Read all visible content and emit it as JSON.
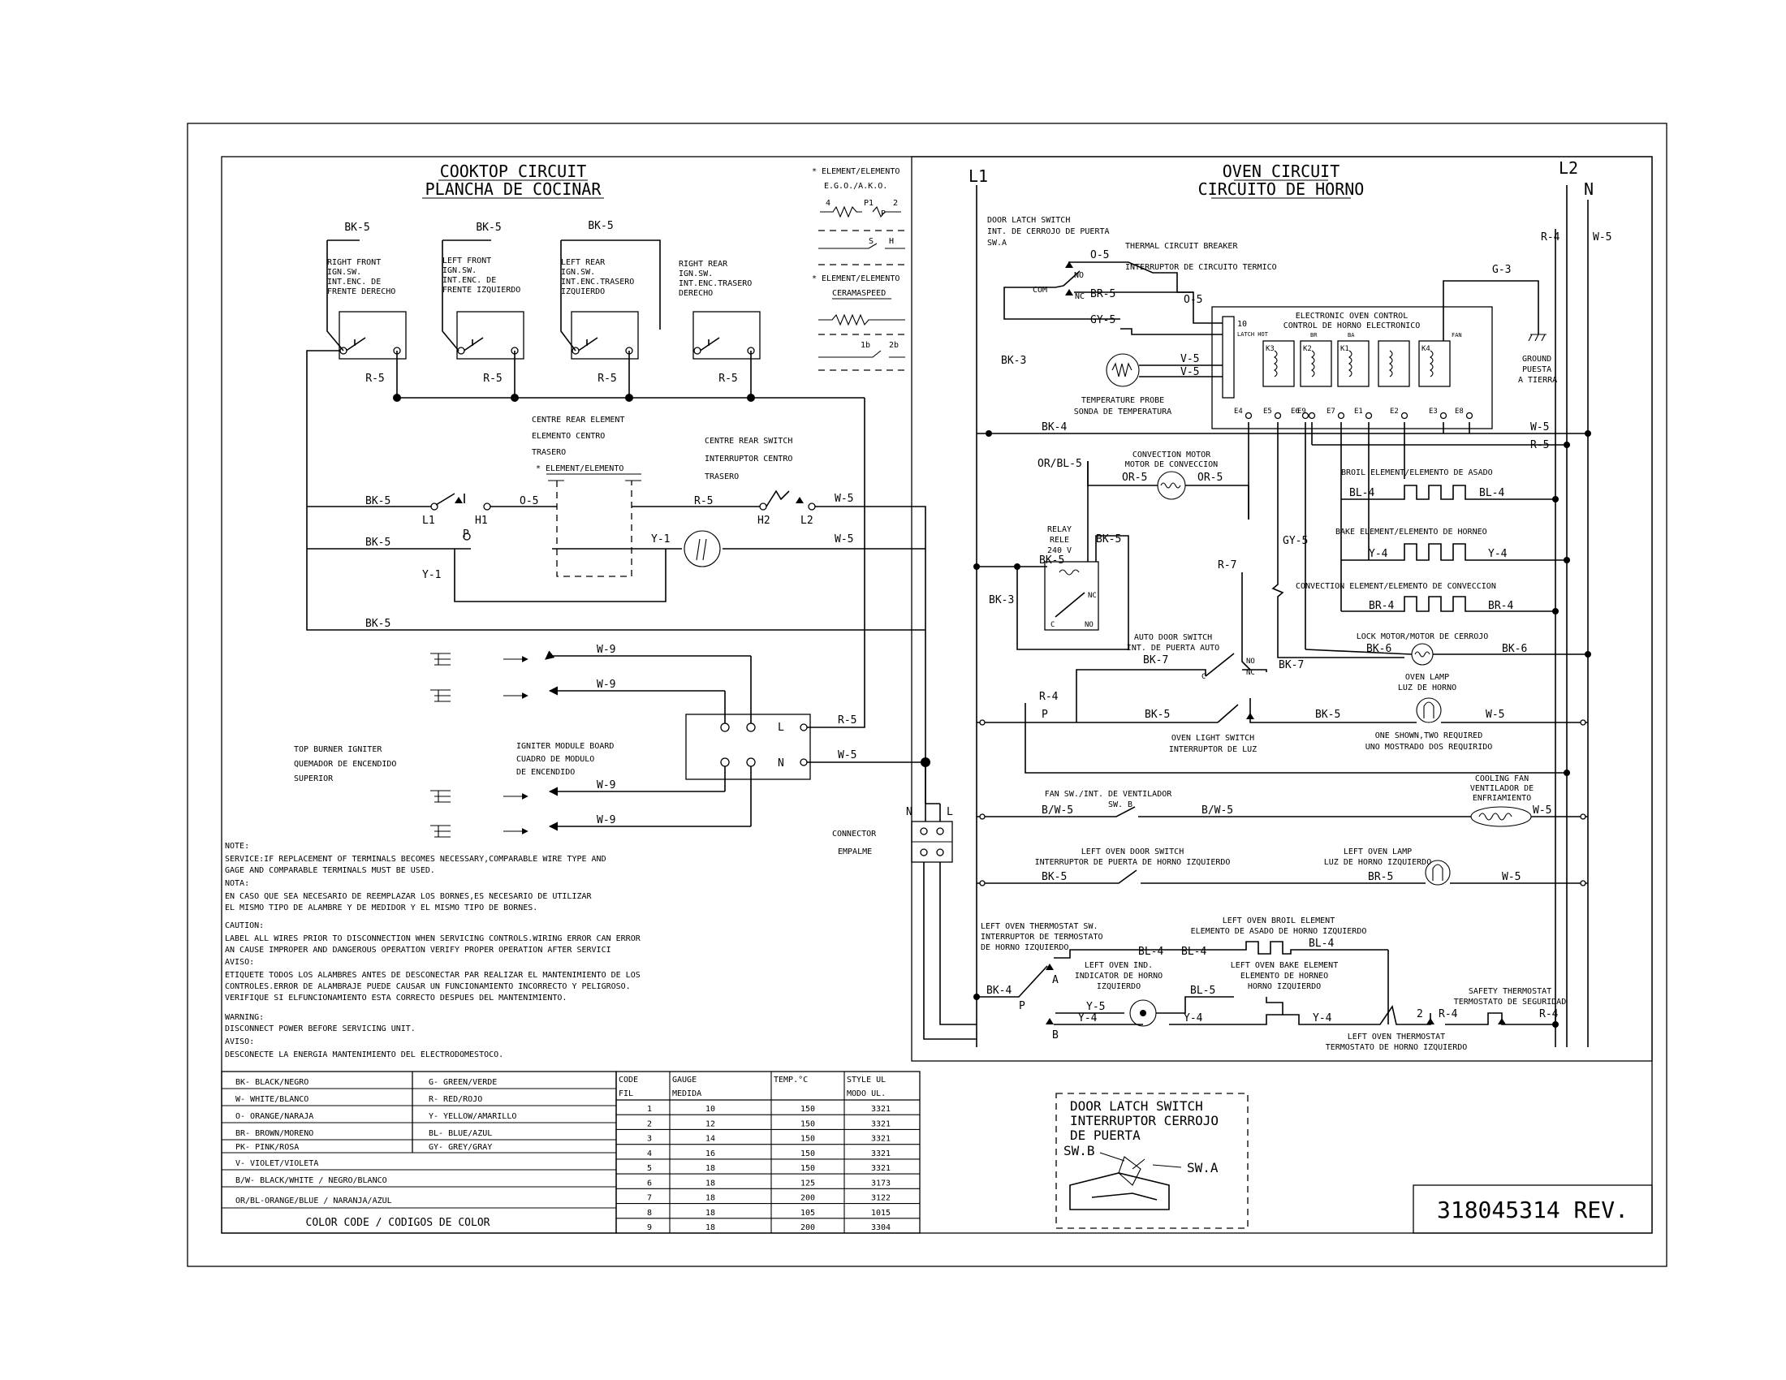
{
  "cooktop": {
    "title_en": "COOKTOP CIRCUIT",
    "title_es": "PLANCHA DE COCINAR",
    "switches": [
      {
        "wire_top": "BK-5",
        "wire_bot": "R-5",
        "label": [
          "RIGHT FRONT",
          "IGN.SW.",
          "INT.ENC. DE",
          "FRENTE DERECHO"
        ]
      },
      {
        "wire_top": "BK-5",
        "wire_bot": "R-5",
        "label": [
          "LEFT FRONT",
          "IGN.SW.",
          "INT.ENC. DE",
          "FRENTE IZQUIERDO"
        ]
      },
      {
        "wire_top": "BK-5",
        "wire_bot": "R-5",
        "label": [
          "LEFT REAR",
          "IGN.SW.",
          "INT.ENC.TRASERO",
          "IZQUIERDO"
        ]
      },
      {
        "wire_top": "",
        "wire_bot": "R-5",
        "label": [
          "RIGHT REAR",
          "IGN.SW.",
          "INT.ENC.TRASERO",
          "DERECHO"
        ]
      }
    ],
    "element_legend": {
      "ego_title": [
        "* ELEMENT/ELEMENTO",
        "E.G.O./A.K.O."
      ],
      "ego_terms": [
        "4",
        "P1",
        "2",
        "P",
        "S",
        "H"
      ],
      "cs_title": [
        "* ELEMENT/ELEMENTO",
        "CERAMASPEED"
      ],
      "cs_terms": [
        "1b",
        "2b"
      ]
    },
    "centre_rear_element": [
      "CENTRE REAR ELEMENT",
      "ELEMENTO CENTRO",
      "TRASERO",
      "* ELEMENT/ELEMENTO"
    ],
    "centre_rear_switch": [
      "CENTRE REAR SWITCH",
      "INTERRUPTOR CENTRO",
      "TRASERO"
    ],
    "wires": {
      "bk5": "BK-5",
      "o5": "O-5",
      "r5": "R-5",
      "w5": "W-5",
      "y1": "Y-1",
      "w9": "W-9"
    },
    "terminals": {
      "l1": "L1",
      "h1": "H1",
      "p": "P",
      "h2": "H2",
      "l2": "L2"
    },
    "top_burner": [
      "TOP BURNER IGNITER",
      "QUEMADOR DE ENCENDIDO",
      "SUPERIOR"
    ],
    "igniter_module": [
      "IGNITER MODULE BOARD",
      "CUADRO DE MODULO",
      "DE ENCENDIDO"
    ],
    "module_terms": {
      "l": "L",
      "n": "N"
    },
    "connector": {
      "n": "N",
      "l": "L",
      "label": [
        "CONNECTOR",
        "EMPALME"
      ]
    }
  },
  "notes": {
    "note_h": "NOTE:",
    "note": [
      "SERVICE:IF REPLACEMENT OF TERMINALS BECOMES NECESSARY,COMPARABLE WIRE TYPE AND",
      "GAGE AND COMPARABLE TERMINALS MUST BE USED."
    ],
    "nota_h": "NOTA:",
    "nota": [
      "EN CASO QUE SEA NECESARIO DE REEMPLAZAR LOS BORNES,ES NECESARIO DE UTILIZAR",
      "EL MISMO TIPO DE ALAMBRE Y DE MEDIDOR Y EL MISMO TIPO DE BORNES."
    ],
    "caution_h": "CAUTION:",
    "caution": [
      "LABEL ALL WIRES PRIOR TO DISCONNECTION WHEN SERVICING CONTROLS.WIRING ERROR CAN ERROR",
      "AN CAUSE IMPROPER AND DANGEROUS OPERATION VERIFY PROPER OPERATION AFTER SERVICI"
    ],
    "aviso1_h": "AVISO:",
    "aviso1": [
      "ETIQUETE TODOS LOS ALAMBRES ANTES DE DESCONECTAR PAR REALIZAR EL MANTENIMIENTO DE LOS",
      "CONTROLES.ERROR DE ALAMBRAJE PUEDE CAUSAR UN FUNCIONAMIENTO INCORRECTO Y PELIGROSO.",
      "VERIFIQUE SI ELFUNCIONAMIENTO ESTA CORRECTO DESPUES DEL MANTENIMIENTO."
    ],
    "warning_h": "WARNING:",
    "warning": [
      "DISCONNECT POWER BEFORE SERVICING UNIT."
    ],
    "aviso2_h": "AVISO:",
    "aviso2": [
      "DESCONECTE LA ENERGIA MANTENIMIENTO DEL ELECTRODOMESTOCO."
    ]
  },
  "color_code": {
    "rows": [
      [
        "BK- BLACK/NEGRO",
        "G- GREEN/VERDE"
      ],
      [
        "W- WHITE/BLANCO",
        "R- RED/ROJO"
      ],
      [
        "O- ORANGE/NARAJA",
        "Y- YELLOW/AMARILLO"
      ],
      [
        "BR- BROWN/MORENO",
        "BL- BLUE/AZUL"
      ],
      [
        "PK- PINK/ROSA",
        "GY- GREY/GRAY"
      ],
      [
        "V- VIOLET/VIOLETA",
        ""
      ]
    ],
    "full_rows": [
      "B/W- BLACK/WHITE / NEGRO/BLANCO",
      "OR/BL-ORANGE/BLUE / NARANJA/AZUL"
    ],
    "footer": "COLOR CODE / CODIGOS DE COLOR"
  },
  "gauge_table": {
    "headers": [
      [
        "CODE",
        "FIL"
      ],
      [
        "GAUGE",
        "MEDIDA"
      ],
      [
        "TEMP.°C",
        ""
      ],
      [
        "STYLE UL",
        "MODO UL."
      ]
    ],
    "rows": [
      [
        "1",
        "10",
        "150",
        "3321"
      ],
      [
        "2",
        "12",
        "150",
        "3321"
      ],
      [
        "3",
        "14",
        "150",
        "3321"
      ],
      [
        "4",
        "16",
        "150",
        "3321"
      ],
      [
        "5",
        "18",
        "150",
        "3321"
      ],
      [
        "6",
        "18",
        "125",
        "3173"
      ],
      [
        "7",
        "18",
        "200",
        "3122"
      ],
      [
        "8",
        "18",
        "105",
        "1015"
      ],
      [
        "9",
        "18",
        "200",
        "3304"
      ]
    ]
  },
  "oven": {
    "title_en": "OVEN CIRCUIT",
    "title_es": "CIRCUITO DE HORNO",
    "l1": "L1",
    "l2": "L2",
    "n": "N",
    "door_latch": [
      "DOOR LATCH SWITCH",
      "INT. DE CERROJO DE PUERTA",
      "SW.A"
    ],
    "thermal_breaker": [
      "THERMAL CIRCUIT BREAKER",
      "INTERRUPTOR DE CIRCUITO TERMICO"
    ],
    "eoc": [
      "ELECTRONIC OVEN CONTROL",
      "CONTROL DE HORNO ELECTRONICO"
    ],
    "eoc_small": {
      "pin10": "10",
      "latch": "LATCH HOT",
      "br": "BR",
      "ba": "BA",
      "fan": "FAN"
    },
    "relays": [
      "K3",
      "K2",
      "K1",
      "",
      "K4"
    ],
    "eoc_pins": [
      "E4",
      "E5",
      "E6",
      "E9",
      "E7",
      "E1",
      "E2",
      "E3",
      "E8"
    ],
    "sw_terms": {
      "com": "COM",
      "no": "NO",
      "nc": "NC",
      "c": "C"
    },
    "ground": [
      "GROUND",
      "PUESTA",
      "A TIERRA"
    ],
    "temp_probe": [
      "TEMPERATURE PROBE",
      "SONDA DE TEMPERATURA"
    ],
    "convection_motor": [
      "CONVECTION MOTOR",
      "MOTOR DE CONVECCION"
    ],
    "relay": [
      "RELAY",
      "RELE",
      "240 V"
    ],
    "broil": "BROIL ELEMENT/ELEMENTO DE ASADO",
    "bake": "BAKE ELEMENT/ELEMENTO DE HORNEO",
    "convection_el": "CONVECTION ELEMENT/ELEMENTO DE CONVECCION",
    "auto_door": [
      "AUTO DOOR SWITCH",
      "INT. DE PUERTA AUTO"
    ],
    "lock_motor": "LOCK MOTOR/MOTOR DE CERROJO",
    "oven_lamp": [
      "OVEN LAMP",
      "LUZ DE HORNO"
    ],
    "light_switch": [
      "OVEN LIGHT SWITCH",
      "INTERRUPTOR DE LUZ"
    ],
    "one_shown": [
      "ONE SHOWN,TWO REQUIRED",
      "UNO MOSTRADO DOS REQUIRIDO"
    ],
    "fan_sw": "FAN SW./INT. DE VENTILADOR",
    "sw_b": "SW. B",
    "cooling_fan": [
      "COOLING FAN",
      "VENTILADOR DE",
      "ENFRIAMIENTO"
    ],
    "left_door_sw": [
      "LEFT OVEN DOOR SWITCH",
      "INTERRUPTOR DE PUERTA DE HORNO IZQUIERDO"
    ],
    "left_lamp": [
      "LEFT OVEN LAMP",
      "LUZ DE HORNO IZQUIERDO"
    ],
    "left_thermo_sw": [
      "LEFT OVEN THERMOSTAT SW.",
      "INTERRUPTOR DE TERMOSTATO",
      "DE HORNO IZQUIERDO"
    ],
    "left_broil": [
      "LEFT OVEN BROIL ELEMENT",
      "ELEMENTO DE ASADO DE HORNO IZQUIERDO"
    ],
    "left_ind": [
      "LEFT OVEN IND.",
      "INDICATOR DE HORNO",
      "IZQUIERDO"
    ],
    "left_bake": [
      "LEFT OVEN BAKE ELEMENT",
      "ELEMENTO DE HORNEO",
      "HORNO IZQUIERDO"
    ],
    "safety_thermo": [
      "SAFETY THERMOSTAT",
      "TERMOSTATO DE SEGURIDAD"
    ],
    "left_thermo": [
      "LEFT OVEN THERMOSTAT",
      "TERMOSTATO DE HORNO IZQUIERDO"
    ],
    "wires": {
      "r4": "R-4",
      "w5": "W-5",
      "o5": "O-5",
      "g3": "G-3",
      "br5": "BR-5",
      "gy5": "GY-5",
      "v5": "V-5",
      "bk3": "BK-3",
      "bk4": "BK-4",
      "r5": "R-5",
      "orbl5": "OR/BL-5",
      "or5": "OR-5",
      "bl4": "BL-4",
      "bk5": "BK-5",
      "r7": "R-7",
      "y4": "Y-4",
      "br4": "BR-4",
      "bk6": "BK-6",
      "bk7": "BK-7",
      "bw5": "B/W-5",
      "bl5": "BL-5",
      "y5": "Y-5",
      "p": "P",
      "a": "A",
      "b": "B",
      "two": "2"
    }
  },
  "latch_inset": {
    "label": [
      "DOOR LATCH SWITCH",
      "INTERRUPTOR CERROJO",
      "DE PUERTA"
    ],
    "swb": "SW.B",
    "swa": "SW.A"
  },
  "part_number": "318045314 REV."
}
